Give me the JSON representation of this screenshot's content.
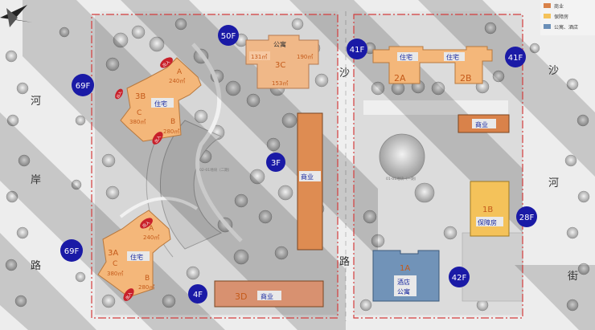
{
  "legend": {
    "items": [
      {
        "label": "商业",
        "color": "#d9824a"
      },
      {
        "label": "保障房",
        "color": "#f4c25a"
      },
      {
        "label": "公寓、酒店",
        "color": "#6b8fb8"
      }
    ]
  },
  "roads": {
    "left_chars": [
      "河",
      "岸",
      "路"
    ],
    "right_chars": [
      "沙",
      "河"
    ],
    "right_street": "街",
    "middle_chars": [
      "沙",
      "路"
    ]
  },
  "floor_badges": [
    "50F",
    "41F",
    "41F",
    "69F",
    "69F",
    "3F",
    "4F",
    "28F",
    "42F"
  ],
  "buildings": {
    "b3c": {
      "id": "3C",
      "title": "公寓",
      "area_left": "131㎡",
      "area_right": "190㎡",
      "area_bottom": "153㎡"
    },
    "b3b": {
      "id": "3B",
      "type": "住宅",
      "a_letter": "A",
      "a_area": "240㎡",
      "b_letter": "B",
      "b_area": "280㎡",
      "c_letter": "C",
      "c_area": "380㎡"
    },
    "b3a": {
      "id": "3A",
      "type": "住宅",
      "a_letter": "A",
      "a_area": "240㎡",
      "b_letter": "B",
      "b_area": "280㎡",
      "c_letter": "C",
      "c_area": "380㎡"
    },
    "b2": {
      "label_left": "住宅",
      "label_right": "住宅",
      "id_a": "2A",
      "id_b": "2B"
    },
    "commerce_top": {
      "label": "商业"
    },
    "commerce_tall": {
      "label": "商业"
    },
    "b3d": {
      "id": "3D",
      "label": "商业"
    },
    "b1b": {
      "id": "1B",
      "label": "保障房"
    },
    "b1a": {
      "id": "1A",
      "label1": "酒店",
      "label2": "公寓"
    }
  },
  "entrance_tags": [
    "出入",
    "出入",
    "出入",
    "出入",
    "出入"
  ],
  "map_small_labels": {
    "zone_left": "02-01地块（二期）",
    "zone_right": "01-01地块（一期）"
  }
}
